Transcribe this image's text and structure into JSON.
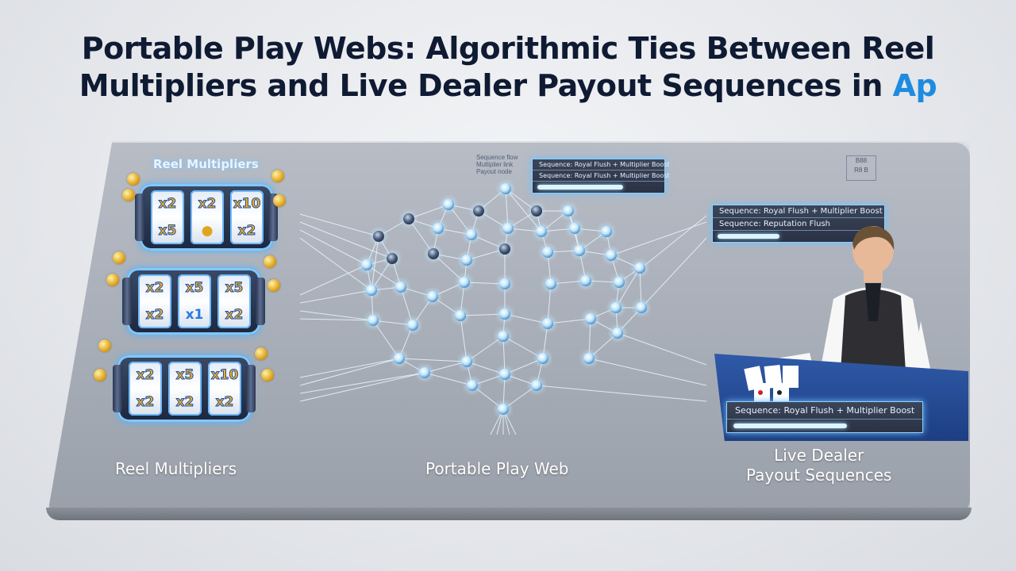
{
  "title": {
    "line1": "Portable Play Webs: Algorithmic Ties Between Reel",
    "line2_main": "Multipliers and Live Dealer Payout Sequences in ",
    "line2_accent": "Ap"
  },
  "reels_section": {
    "top_label": "Reel Multipliers",
    "bottom_label": "Reel Multipliers",
    "reels": [
      {
        "windows": [
          [
            "x2",
            "x5"
          ],
          [
            "x2",
            "coin"
          ],
          [
            "x10",
            "x2"
          ]
        ]
      },
      {
        "windows": [
          [
            "x2",
            "x2"
          ],
          [
            "x5",
            "x1"
          ],
          [
            "x5",
            "x2"
          ]
        ]
      },
      {
        "windows": [
          [
            "x2",
            "x2"
          ],
          [
            "x5",
            "x2"
          ],
          [
            "x10",
            "x2"
          ]
        ]
      }
    ]
  },
  "network": {
    "label": "Portable Play Web",
    "legend_small": [
      "Sequence flow",
      "Multiplier link",
      "Payout node"
    ],
    "top_panel": [
      "Sequence: Royal Flush + Multiplier Boost",
      "Sequence: Royal Flush + Multiplier Boost"
    ],
    "corner_box": [
      "B88",
      "R8 B"
    ]
  },
  "dealer_section": {
    "label_line1": "Live Dealer",
    "label_line2": "Payout Sequences",
    "top_panel": [
      "Sequence: Royal Flush + Multiplier Boost",
      "Sequence: Reputation Flush"
    ],
    "bottom_panel": [
      "Sequence: Royal Flush + Multiplier Boost"
    ]
  },
  "colors": {
    "accent": "#1f8be0",
    "title": "#0f1a33",
    "glow": "#6fc0ff",
    "board": "#a8aeb8"
  }
}
